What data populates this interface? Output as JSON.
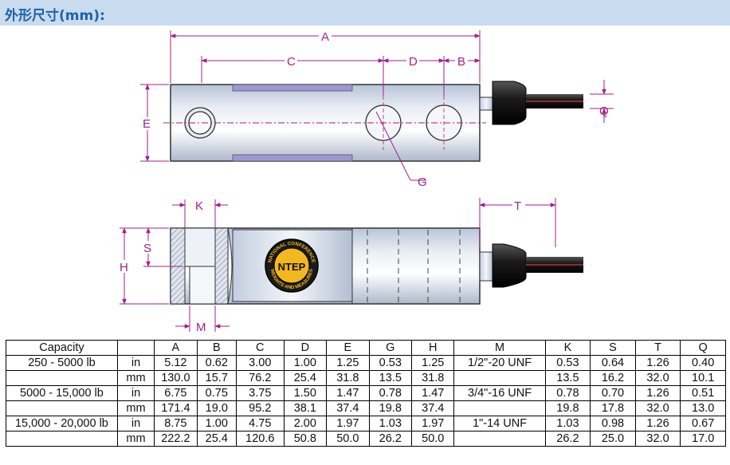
{
  "header": {
    "title": "外形尺寸(mm):"
  },
  "drawing": {
    "labels": {
      "A": "A",
      "B": "B",
      "C": "C",
      "D": "D",
      "E": "E",
      "G": "G",
      "Q": "Q",
      "K": "K",
      "T": "T",
      "S": "S",
      "H": "H",
      "M": "M"
    },
    "seal": {
      "top_text": "NATIONAL CONFERENCE",
      "center_text": "NTEP",
      "bottom_text": "WEIGHTS AND MEASURES"
    }
  },
  "table": {
    "headers": [
      "Capacity",
      "",
      "A",
      "B",
      "C",
      "D",
      "E",
      "G",
      "H",
      "M",
      "K",
      "S",
      "T",
      "Q"
    ],
    "rows": [
      [
        "250 - 5000 lb",
        "in",
        "5.12",
        "0.62",
        "3.00",
        "1.00",
        "1.25",
        "0.53",
        "1.25",
        "1/2\"-20 UNF",
        "0.53",
        "0.64",
        "1.26",
        "0.40"
      ],
      [
        "",
        "mm",
        "130.0",
        "15.7",
        "76.2",
        "25.4",
        "31.8",
        "13.5",
        "31.8",
        "",
        "13.5",
        "16.2",
        "32.0",
        "10.1"
      ],
      [
        "5000 - 15,000 lb",
        "in",
        "6.75",
        "0.75",
        "3.75",
        "1.50",
        "1.47",
        "0.78",
        "1.47",
        "3/4\"-16 UNF",
        "0.78",
        "0.70",
        "1.26",
        "0.51"
      ],
      [
        "",
        "mm",
        "171.4",
        "19.0",
        "95.2",
        "38.1",
        "37.4",
        "19.8",
        "37.4",
        "",
        "19.8",
        "17.8",
        "32.0",
        "13.0"
      ],
      [
        "15,000 - 20,000 lb",
        "in",
        "8.75",
        "1.00",
        "4.75",
        "2.00",
        "1.97",
        "1.03",
        "1.97",
        "1\"-14 UNF",
        "1.03",
        "0.98",
        "1.26",
        "0.67"
      ],
      [
        "",
        "mm",
        "222.2",
        "25.4",
        "120.6",
        "50.8",
        "50.0",
        "26.2",
        "50.0",
        "",
        "26.2",
        "25.0",
        "32.0",
        "17.0"
      ]
    ]
  }
}
